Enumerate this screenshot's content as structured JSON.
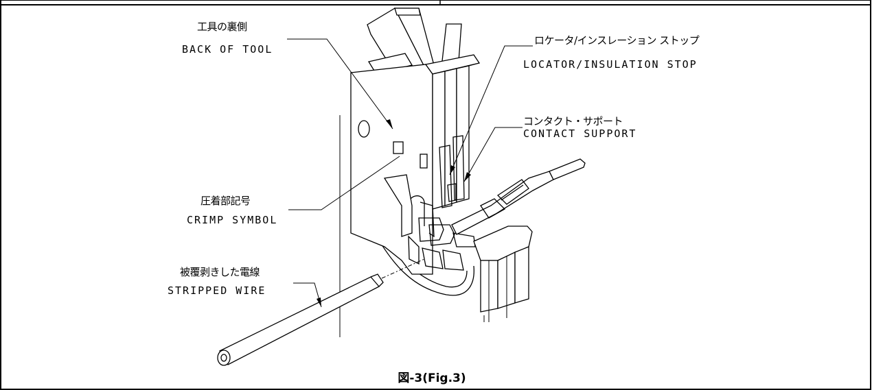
{
  "figure": {
    "caption": "図-3(Fig.3)",
    "callouts": {
      "back_of_tool": {
        "jp": "工具の裏側",
        "en": "BACK OF TOOL"
      },
      "locator": {
        "jp": "ロケータ/インスレーション ストップ",
        "en": "LOCATOR/INSULATION STOP"
      },
      "contact_support": {
        "jp": "コンタクト・サポート",
        "en": "CONTACT SUPPORT"
      },
      "crimp_symbol": {
        "jp": "圧着部記号",
        "en": "CRIMP SYMBOL"
      },
      "stripped_wire": {
        "jp": "被覆剥きした電線",
        "en": "STRIPPED WIRE"
      }
    }
  }
}
